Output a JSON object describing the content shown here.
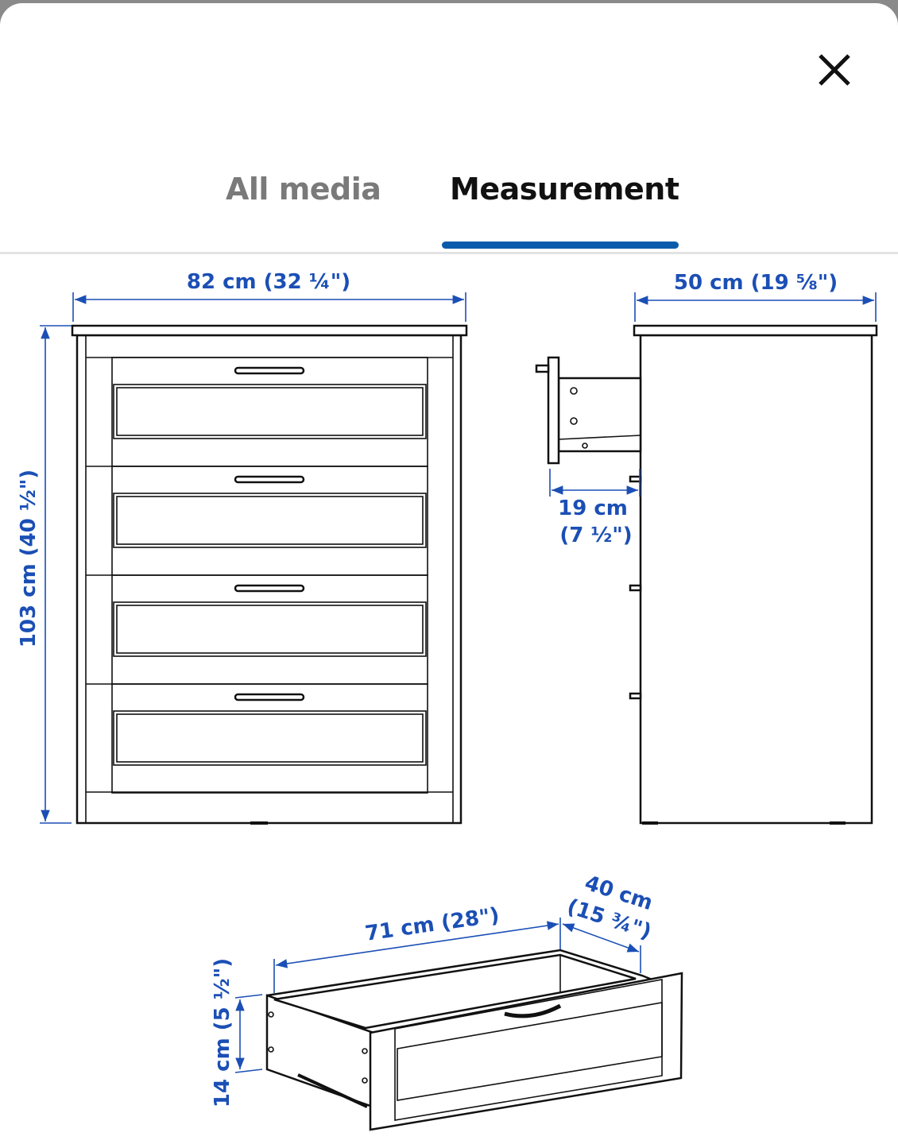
{
  "modal": {
    "close_icon": "close-icon"
  },
  "tabs": [
    {
      "label": "All media",
      "active": false
    },
    {
      "label": "Measurement",
      "active": true
    }
  ],
  "accent_color": "#0a5bab",
  "dimension_color": "#1b4fb5",
  "dimensions": {
    "front_width": "82 cm (32 ¼\")",
    "height": "103 cm (40 ½\")",
    "depth": "50 cm (19 ⅝\")",
    "drawer_extension_cm": "19 cm",
    "drawer_extension_in": "(7 ½\")",
    "drawer_width": "71 cm (28\")",
    "drawer_depth_cm": "40 cm",
    "drawer_depth_in": "(15 ¾\")",
    "drawer_height": "14 cm (5 ½\")"
  }
}
